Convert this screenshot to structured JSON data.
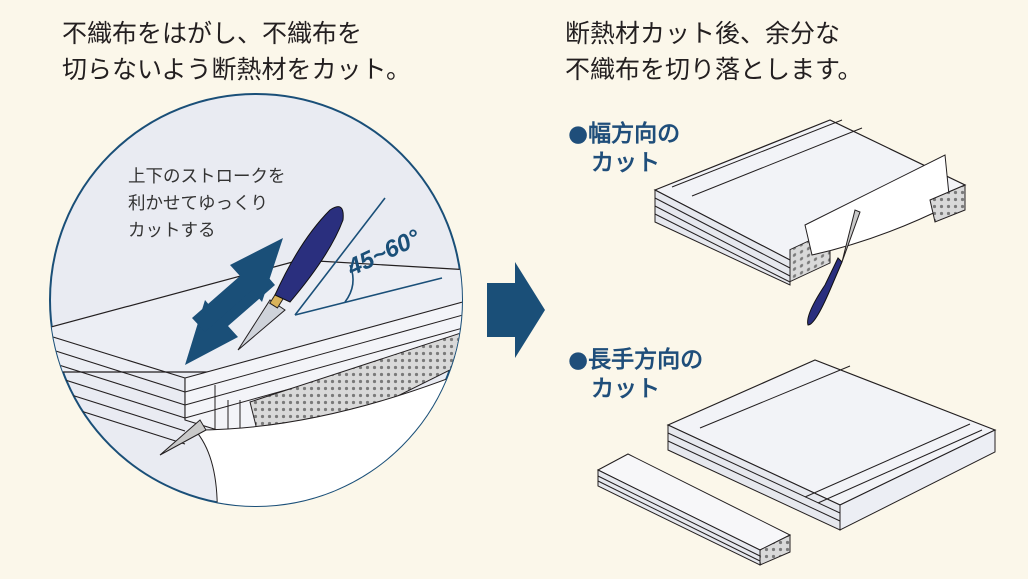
{
  "left_heading": "不織布をはがし、不織布を\n切らないよう断熱材をカット。",
  "right_heading": "断熱材カット後、余分な\n不織布を切り落とします。",
  "stroke_note": "上下のストロークを\n利かせてゆっくり\nカットする",
  "angle_label": "45~60°",
  "width_cut_label": "●幅方向の\n　カット",
  "length_cut_label": "●長手方向の\n　カット",
  "colors": {
    "background": "#fbf7ea",
    "accent_blue": "#1a4f78",
    "label_blue": "#1f4e7a",
    "knife_handle": "#2a2f7e",
    "line": "#231f20"
  },
  "icons": [
    "double-arrow-icon",
    "right-arrow-icon",
    "knife-icon"
  ]
}
